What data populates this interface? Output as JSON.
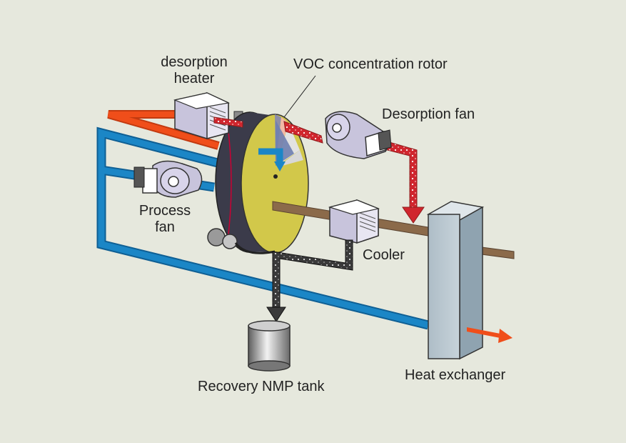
{
  "labels": {
    "desorption_heater_line1": "desorption",
    "desorption_heater_line2": "heater",
    "voc_rotor": "VOC concentration rotor",
    "desorption_fan": "Desorption fan",
    "process_fan_line1": "Process",
    "process_fan_line2": "fan",
    "cooler": "Cooler",
    "recovery_tank": "Recovery NMP tank",
    "heat_exchanger": "Heat exchanger"
  },
  "colors": {
    "background": "#e6e8dd",
    "process_air": "#1b86c6",
    "hot_air": "#f04e1a",
    "desorption_air": "#d0262e",
    "recovered_vapor": "#3a3a3a",
    "outside_air": "#8b6a4a",
    "rotor_face": "#d2c84a",
    "rotor_rim": "#3b3b4a",
    "heat_exchanger": "#b9c7d0",
    "equipment": "#c8c4dc"
  }
}
